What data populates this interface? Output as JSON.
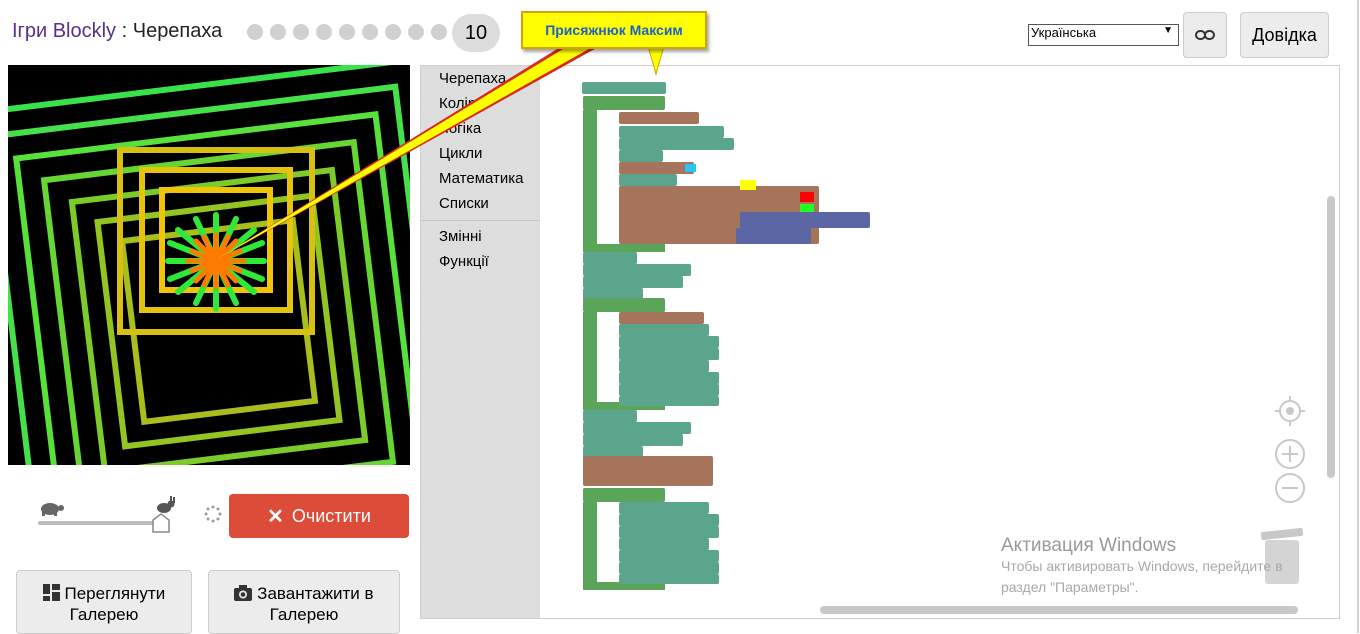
{
  "header": {
    "brand": "Ігри Blockly",
    "separator": " : ",
    "game": "Черепаха",
    "current_level": "10"
  },
  "language": {
    "selected": "Українська"
  },
  "help_label": "Довідка",
  "callout_text": "Присяжнюк Максим",
  "controls": {
    "clear_label": "Очистити",
    "view_gallery": [
      "Переглянути",
      "Галерею"
    ],
    "upload_gallery": [
      "Завантажити в",
      "Галерею"
    ]
  },
  "toolbox": [
    "Черепаха",
    "Колір",
    "Логіка",
    "Цикли",
    "Математика",
    "Списки",
    "Змінні",
    "Функції"
  ],
  "watermark": {
    "title": "Активация Windows",
    "line1": "Чтобы активировать Windows, перейдите в",
    "line2": "раздел \"Параметры\"."
  },
  "colors": {
    "accent": "#5a2d91",
    "clear": "#dd4b39",
    "callout": "#ffff00"
  }
}
